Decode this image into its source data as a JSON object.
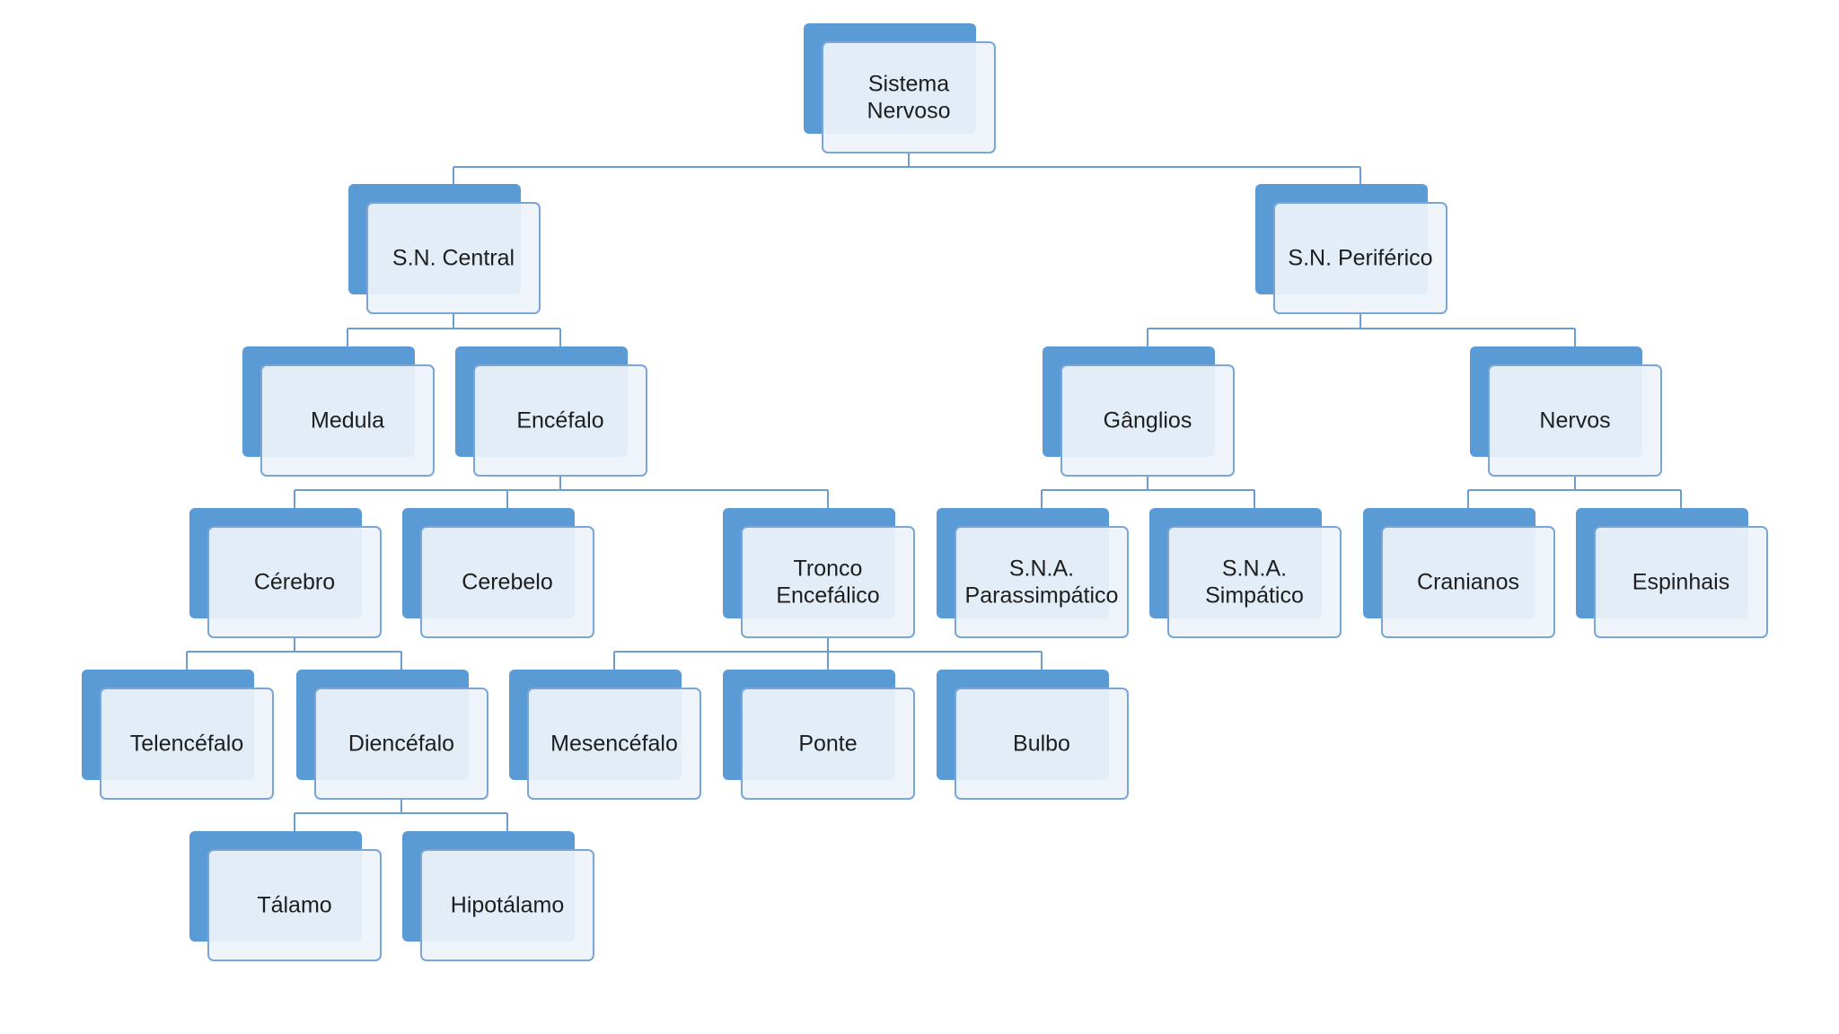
{
  "colors": {
    "background": "#ffffff",
    "box_back": "#5b9bd5",
    "box_front_fill": "#eef3fa",
    "box_front_border": "#7aa6d6",
    "connector": "#6d9ccf",
    "text": "#1e1e1e"
  },
  "nodes": [
    {
      "id": "sistema_nervoso",
      "name": "node-sistema-nervoso",
      "lines": [
        "Sistema",
        "Nervoso"
      ],
      "parent": null
    },
    {
      "id": "sn_central",
      "name": "node-sn-central",
      "lines": [
        "S.N. Central"
      ],
      "parent": "sistema_nervoso"
    },
    {
      "id": "sn_periferico",
      "name": "node-sn-periferico",
      "lines": [
        "S.N. Periférico"
      ],
      "parent": "sistema_nervoso"
    },
    {
      "id": "medula",
      "name": "node-medula",
      "lines": [
        "Medula"
      ],
      "parent": "sn_central"
    },
    {
      "id": "encefalo",
      "name": "node-encefalo",
      "lines": [
        "Encéfalo"
      ],
      "parent": "sn_central"
    },
    {
      "id": "ganglios",
      "name": "node-ganglios",
      "lines": [
        "Gânglios"
      ],
      "parent": "sn_periferico"
    },
    {
      "id": "nervos",
      "name": "node-nervos",
      "lines": [
        "Nervos"
      ],
      "parent": "sn_periferico"
    },
    {
      "id": "cerebro",
      "name": "node-cerebro",
      "lines": [
        "Cérebro"
      ],
      "parent": "encefalo"
    },
    {
      "id": "cerebelo",
      "name": "node-cerebelo",
      "lines": [
        "Cerebelo"
      ],
      "parent": "encefalo"
    },
    {
      "id": "tronco_encefalico",
      "name": "node-tronco-encefalico",
      "lines": [
        "Tronco",
        "Encefálico"
      ],
      "parent": "encefalo"
    },
    {
      "id": "sna_parassimpatico",
      "name": "node-sna-parassimpatico",
      "lines": [
        "S.N.A.",
        "Parassimpático"
      ],
      "parent": "ganglios"
    },
    {
      "id": "sna_simpatico",
      "name": "node-sna-simpatico",
      "lines": [
        "S.N.A.",
        "Simpático"
      ],
      "parent": "ganglios"
    },
    {
      "id": "cranianos",
      "name": "node-cranianos",
      "lines": [
        "Cranianos"
      ],
      "parent": "nervos"
    },
    {
      "id": "espinhais",
      "name": "node-espinhais",
      "lines": [
        "Espinhais"
      ],
      "parent": "nervos"
    },
    {
      "id": "telencefalo",
      "name": "node-telencefalo",
      "lines": [
        "Telencéfalo"
      ],
      "parent": "cerebro"
    },
    {
      "id": "diencefalo",
      "name": "node-diencefalo",
      "lines": [
        "Diencéfalo"
      ],
      "parent": "cerebro"
    },
    {
      "id": "mesencefalo",
      "name": "node-mesencefalo",
      "lines": [
        "Mesencéfalo"
      ],
      "parent": "tronco_encefalico"
    },
    {
      "id": "ponte",
      "name": "node-ponte",
      "lines": [
        "Ponte"
      ],
      "parent": "tronco_encefalico"
    },
    {
      "id": "bulbo",
      "name": "node-bulbo",
      "lines": [
        "Bulbo"
      ],
      "parent": "tronco_encefalico"
    },
    {
      "id": "talamo",
      "name": "node-talamo",
      "lines": [
        "Tálamo"
      ],
      "parent": "diencefalo"
    },
    {
      "id": "hipotalamo",
      "name": "node-hipotalamo",
      "lines": [
        "Hipotálamo"
      ],
      "parent": "diencefalo"
    }
  ]
}
